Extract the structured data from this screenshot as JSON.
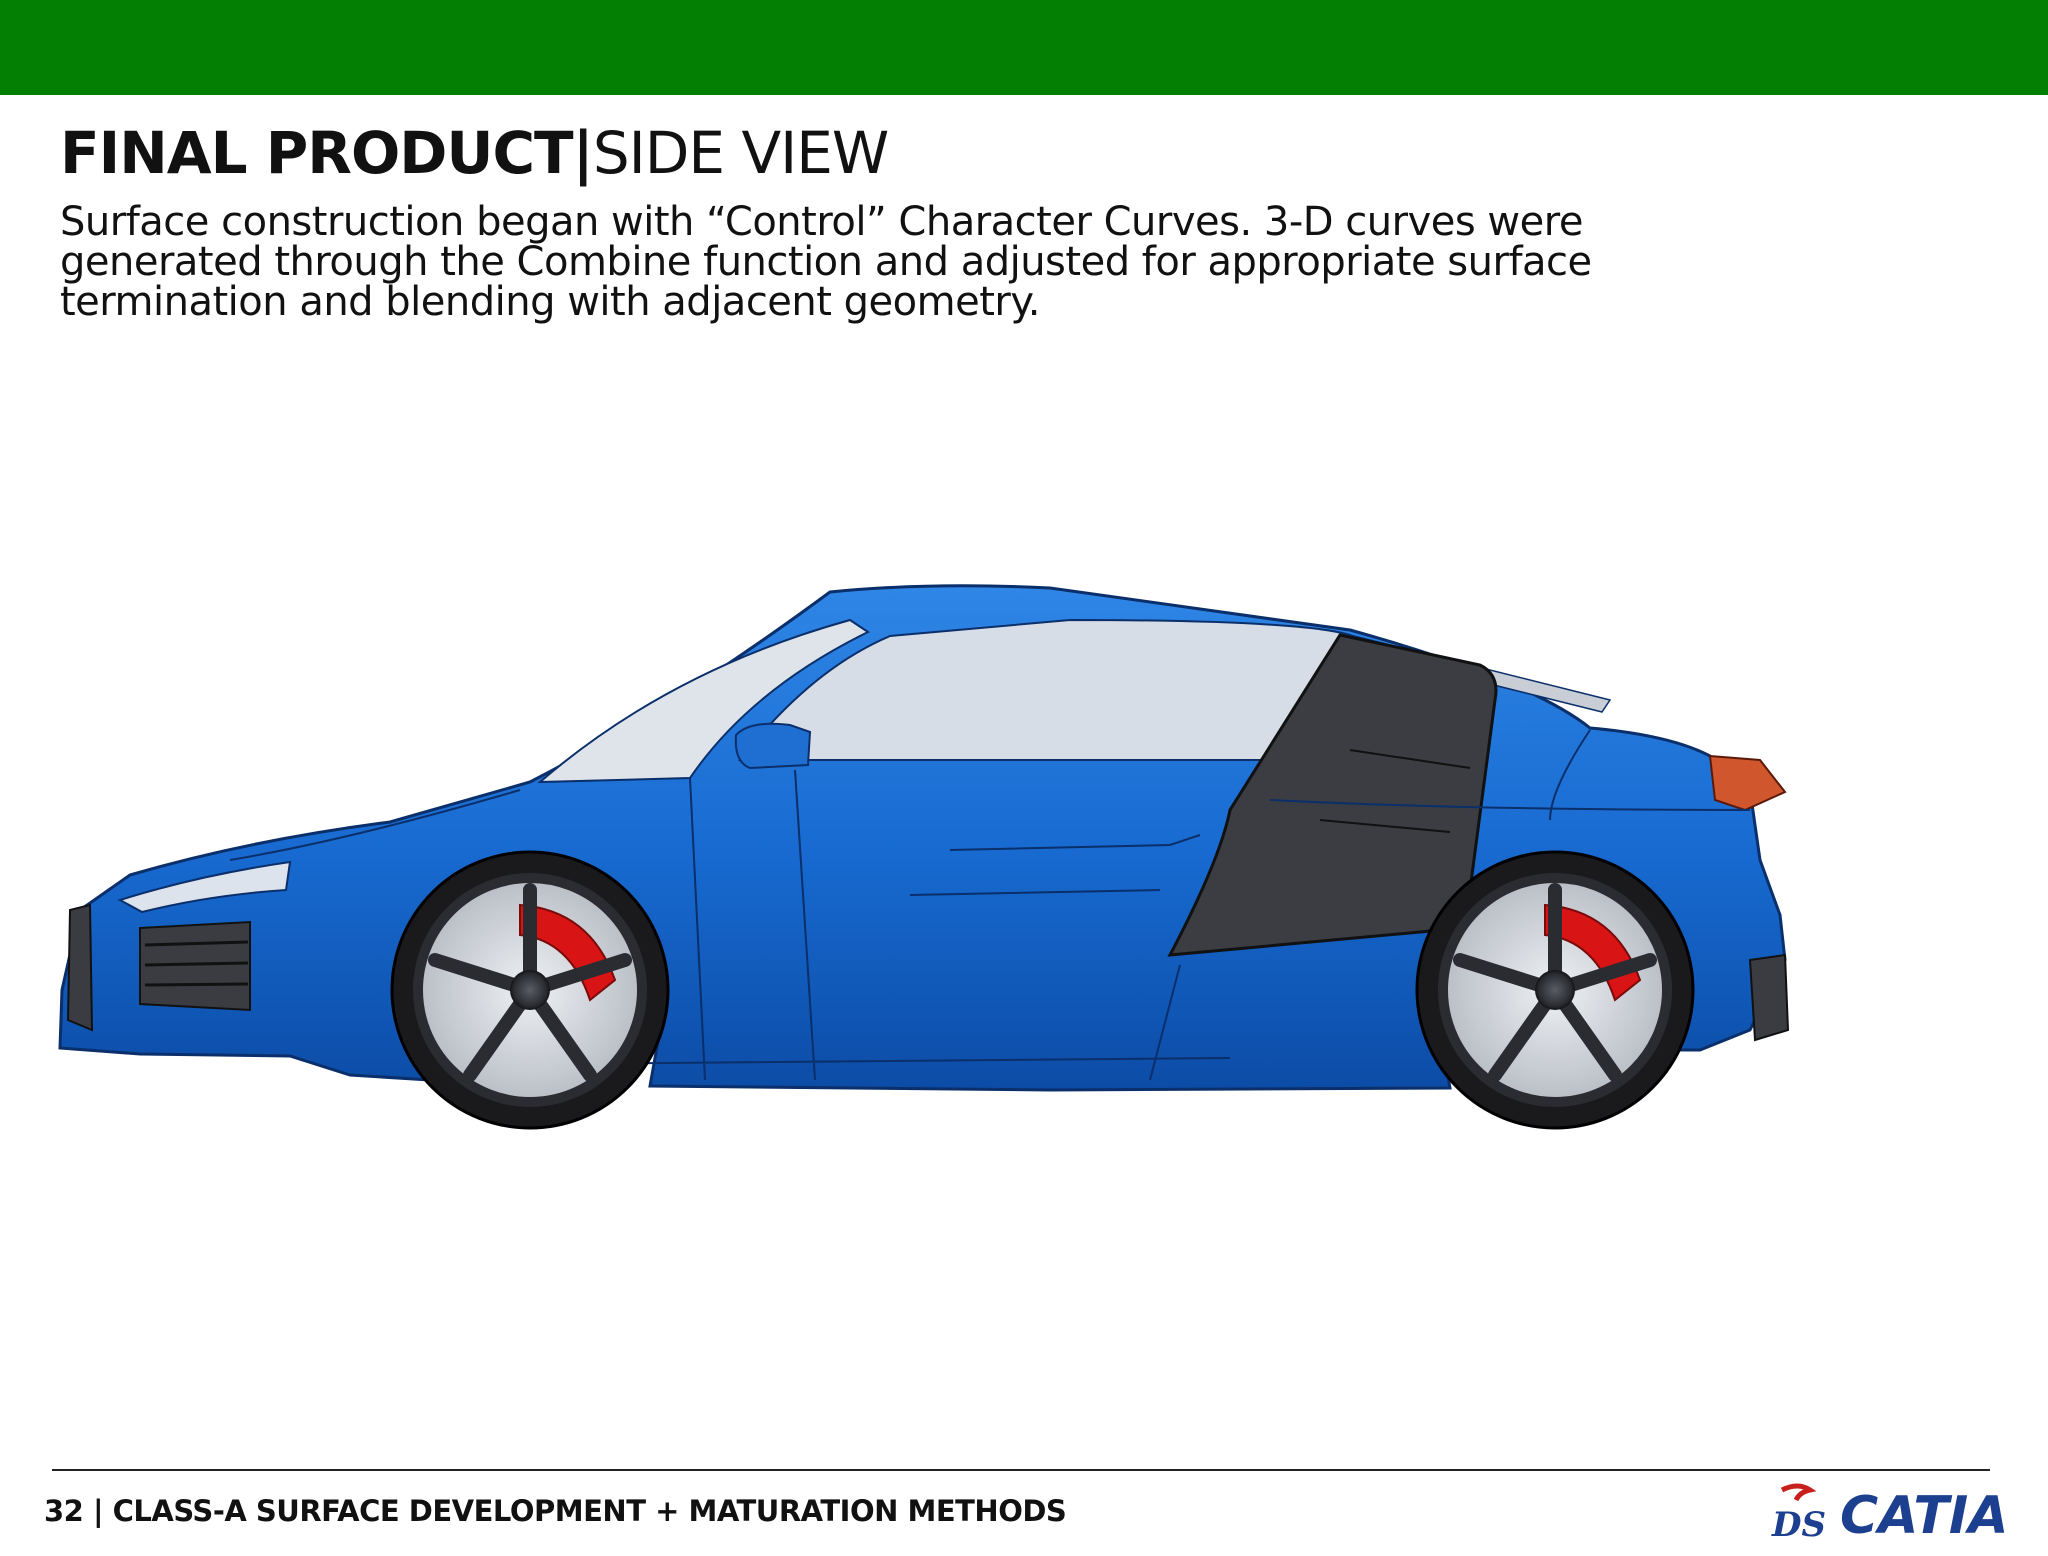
{
  "colors": {
    "header_bar": "#037f03",
    "car_body": "#1769cf",
    "car_body_dark": "#0d4fa8",
    "glass": "#d7dde6",
    "caliper": "#d81414",
    "logo_red": "#c8201c",
    "logo_blue": "#1d3f8f"
  },
  "slide": {
    "title_bold": "FINAL PRODUCT",
    "title_separator": "|",
    "title_light": "SIDE VIEW",
    "description": "Surface construction began with “Control” Character Curves. 3-D curves were generated through the Combine function and adjusted for appropriate surface termination and blending with adjacent geometry."
  },
  "image": {
    "subject": "car-side-view-icon"
  },
  "footer": {
    "text": "32 | CLASS-A SURFACE DEVELOPMENT + MATURATION METHODS",
    "logo_text": "CATIA"
  }
}
